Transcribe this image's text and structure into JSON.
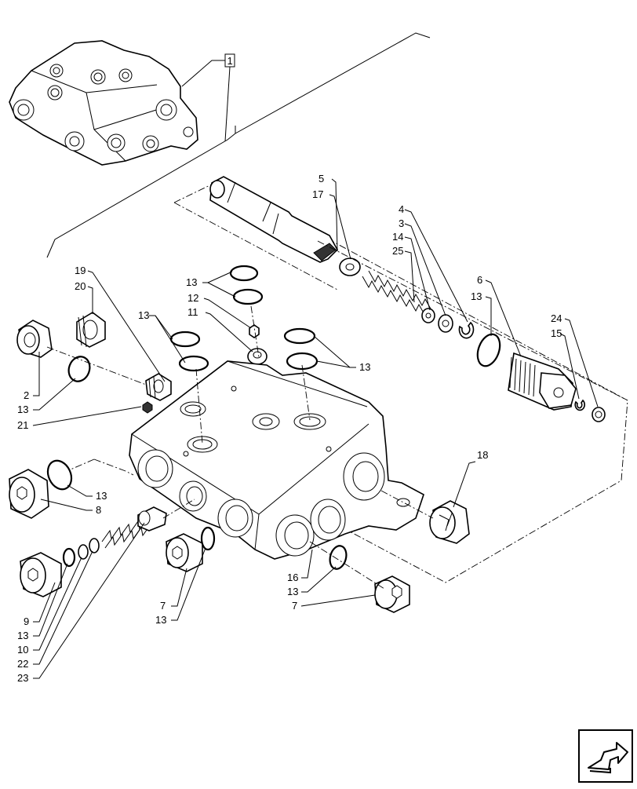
{
  "reference_box": "1",
  "callouts": {
    "c5": "5",
    "c17": "17",
    "c4": "4",
    "c3": "3",
    "c14": "14",
    "c25": "25",
    "c6": "6",
    "c13a": "13",
    "c24": "24",
    "c15": "15",
    "c19": "19",
    "c20": "20",
    "c13b": "13",
    "c12": "12",
    "c11": "11",
    "c13c": "13",
    "c13d": "13",
    "c2": "2",
    "c13e": "13",
    "c21": "21",
    "c13f": "13",
    "c8": "8",
    "c9": "9",
    "c13g": "13",
    "c10": "10",
    "c22": "22",
    "c23": "23",
    "c7a": "7",
    "c13h": "13",
    "c16": "16",
    "c13i": "13",
    "c7b": "7",
    "c18": "18"
  },
  "icons": {
    "nav": "next-page-arrow-icon"
  }
}
